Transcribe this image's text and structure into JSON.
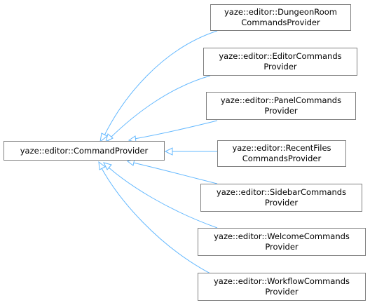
{
  "diagram": {
    "base": {
      "line1": "yaze::editor::CommandProvider"
    },
    "derived": [
      {
        "line1": "yaze::editor::DungeonRoom",
        "line2": "CommandsProvider"
      },
      {
        "line1": "yaze::editor::EditorCommands",
        "line2": "Provider"
      },
      {
        "line1": "yaze::editor::PanelCommands",
        "line2": "Provider"
      },
      {
        "line1": "yaze::editor::RecentFiles",
        "line2": "CommandsProvider"
      },
      {
        "line1": "yaze::editor::SidebarCommands",
        "line2": "Provider"
      },
      {
        "line1": "yaze::editor::WelcomeCommands",
        "line2": "Provider"
      },
      {
        "line1": "yaze::editor::WorkflowCommands",
        "line2": "Provider"
      }
    ],
    "colors": {
      "edge": "#63b8ff",
      "node_border": "#808080"
    }
  }
}
